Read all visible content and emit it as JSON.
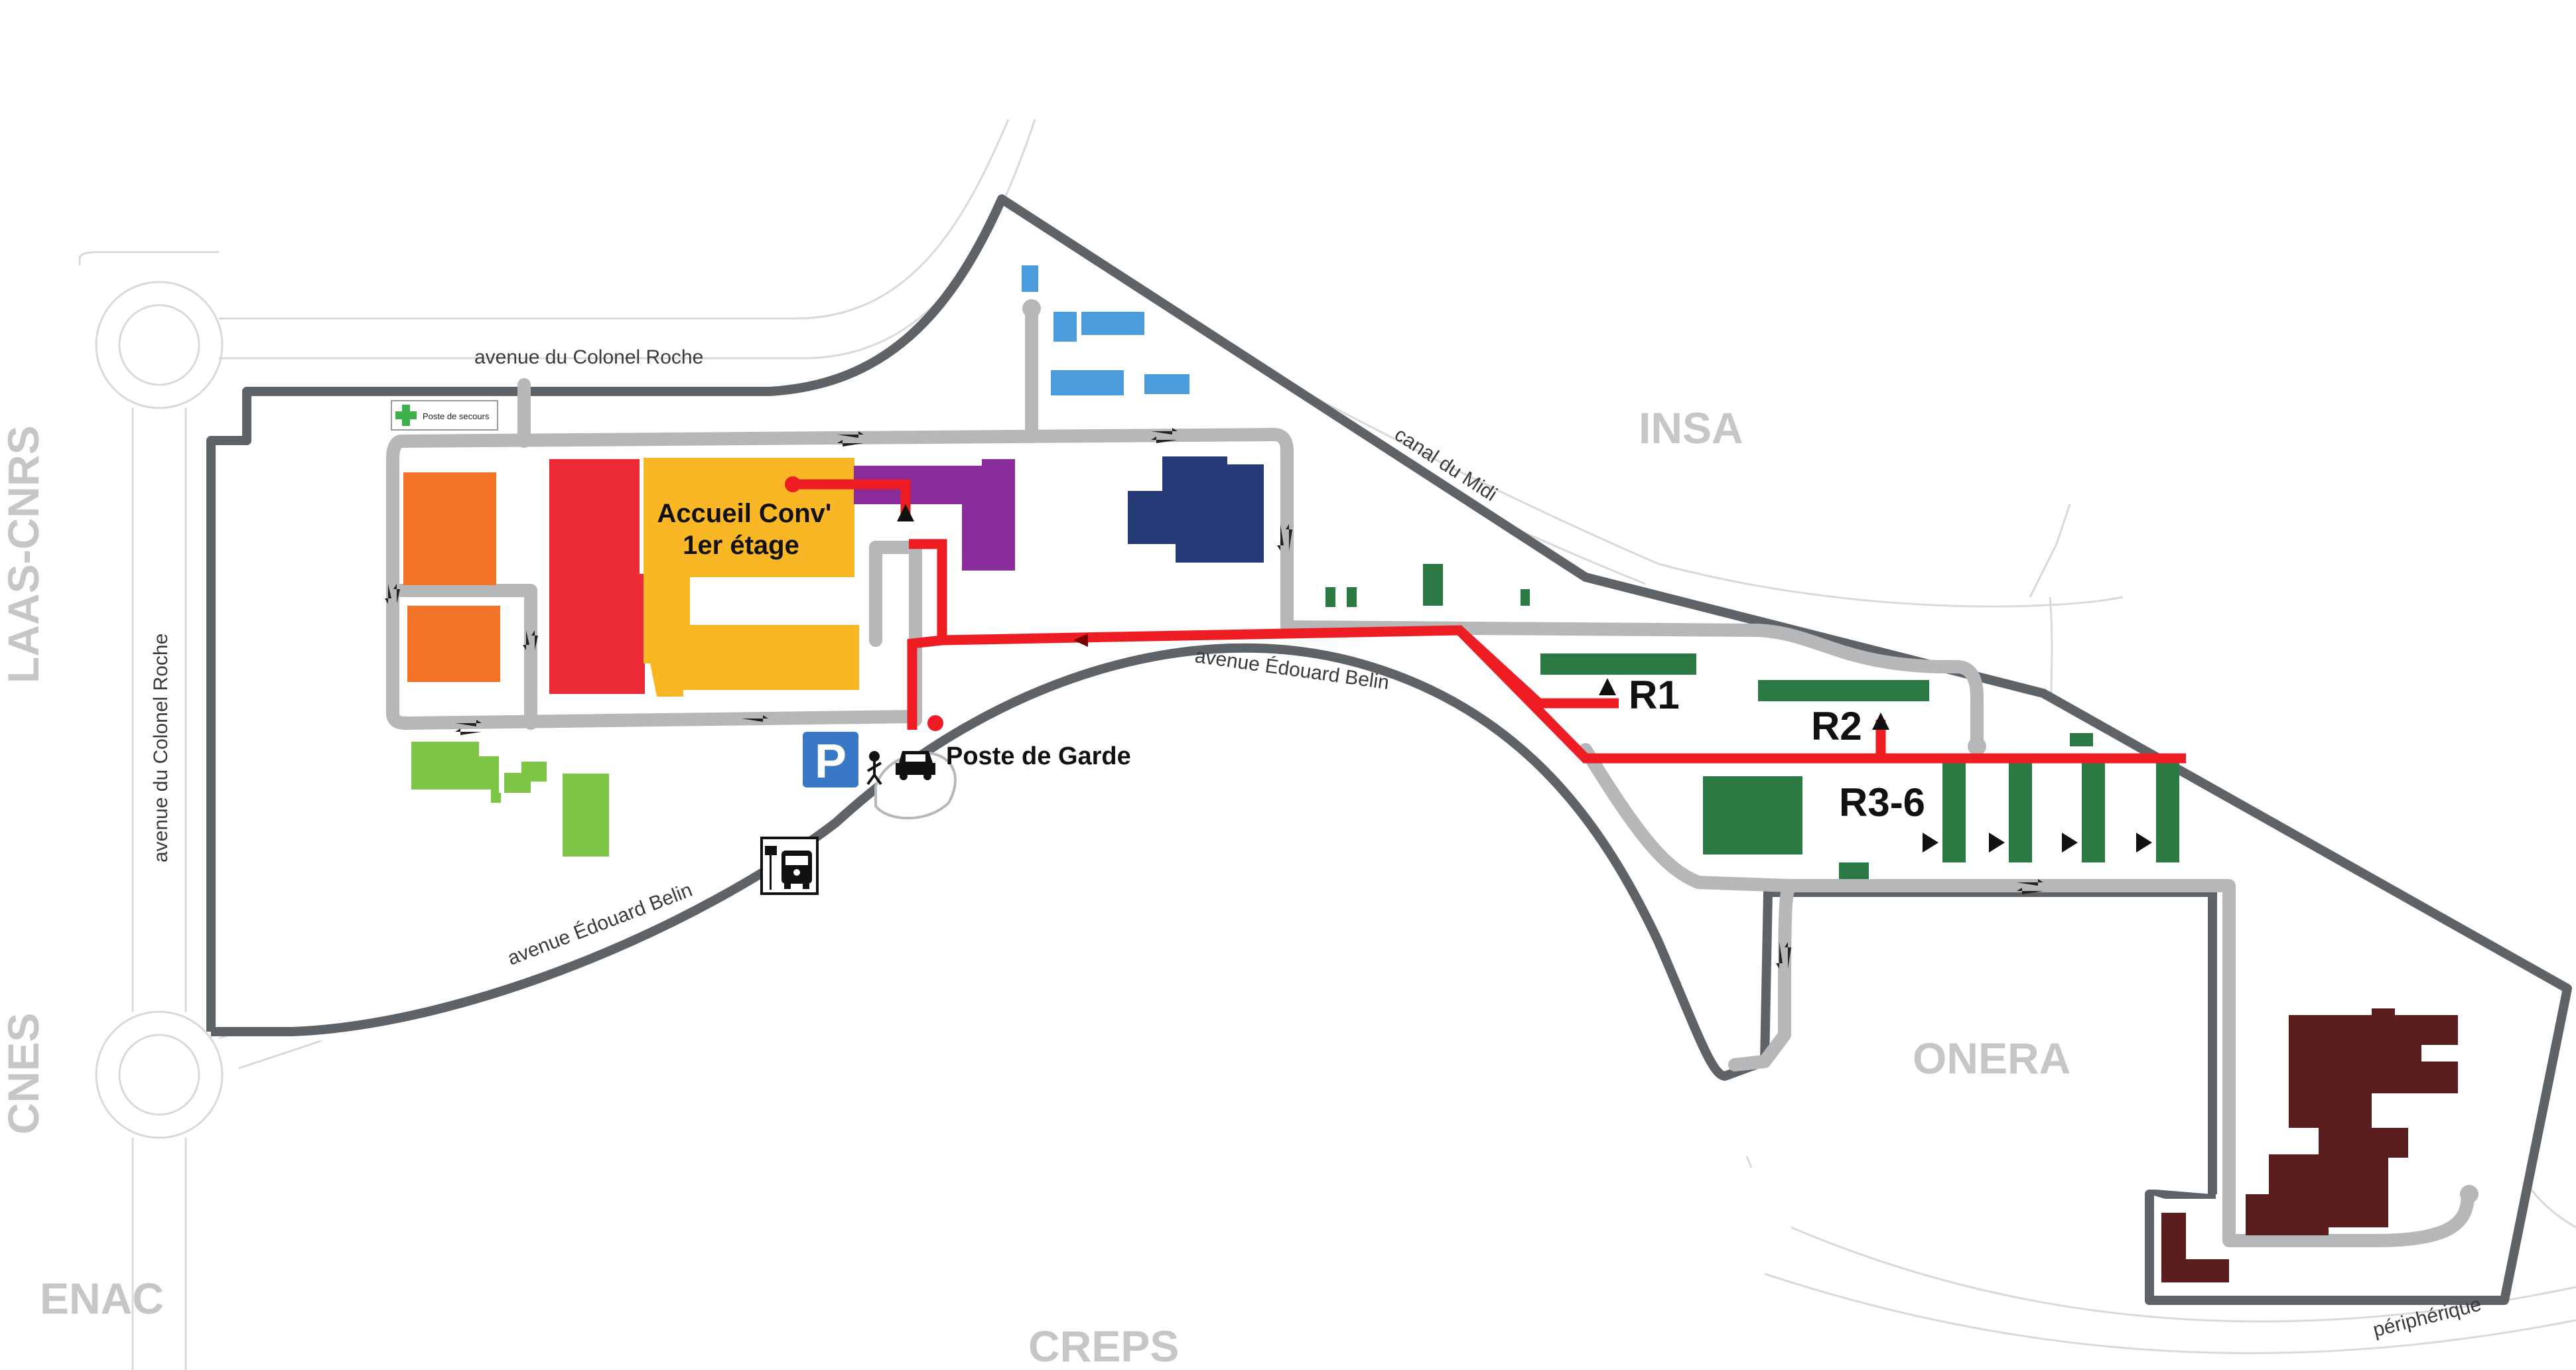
{
  "streets": {
    "colonel_roche_top": "avenue du Colonel Roche",
    "colonel_roche_left": "avenue du Colonel Roche",
    "canal": "canal du Midi",
    "belin_top": "avenue Édouard Belin",
    "belin_bottom": "avenue Édouard Belin",
    "peripherique": "périphérique"
  },
  "areas": {
    "insa": "INSA",
    "laas": "LAAS-CNRS",
    "cnes": "CNES",
    "enac": "ENAC",
    "creps": "CREPS",
    "onera": "ONERA"
  },
  "labels": {
    "accueil_line1": "Accueil Conv'",
    "accueil_line2": "1er étage",
    "poste_garde": "Poste de Garde",
    "poste_secours": "Poste de secours",
    "parking": "P"
  },
  "routes": {
    "r1": "R1",
    "r2": "R2",
    "r3": "R3-6"
  },
  "icons": {
    "first_aid": "first-aid-cross-icon",
    "parking": "parking-icon",
    "pedestrian": "pedestrian-icon",
    "car": "car-icon",
    "bus": "bus-stop-icon",
    "direction_arrow": "direction-arrow-icon"
  },
  "colors": {
    "route": "#ee1d23",
    "perimeter": "#5e6368",
    "road": "#b5b7b8",
    "orange": "#f37329",
    "red": "#ec2b36",
    "yellow": "#f9b625",
    "purple": "#8a2c9a",
    "navy": "#263b78",
    "light_blue": "#4c9ddd",
    "light_green": "#7cc443",
    "dark_green": "#2b7a44",
    "maroon": "#5b1d1d",
    "area_label": "#c4c6c8"
  }
}
